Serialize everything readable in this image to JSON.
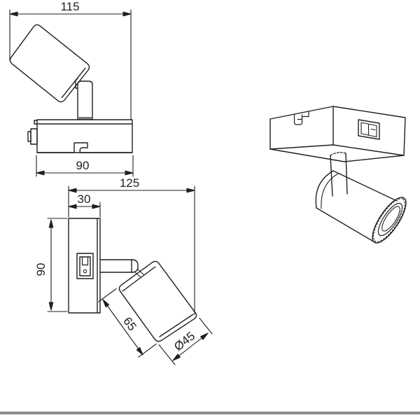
{
  "document": {
    "type": "technical-dimension-drawing",
    "subject": "single wall/ceiling spotlight luminaire",
    "views": {
      "front_view": "front elevation (top-left)",
      "side_view": "side elevation (bottom-left)",
      "perspective_view": "3D perspective (right)"
    }
  },
  "dimensions": {
    "front_view": {
      "overall_width": "115",
      "base_width": "90"
    },
    "side_view": {
      "overall_projection": "125",
      "plate_depth": "30",
      "plate_height": "90",
      "head_length": "65",
      "head_diameter": "Ø45"
    }
  },
  "colors": {
    "background": "#ffffff",
    "line": "#1f1f1f",
    "footer_bar": "#8c8c8c",
    "stem_shade": "#7d7d7d"
  }
}
